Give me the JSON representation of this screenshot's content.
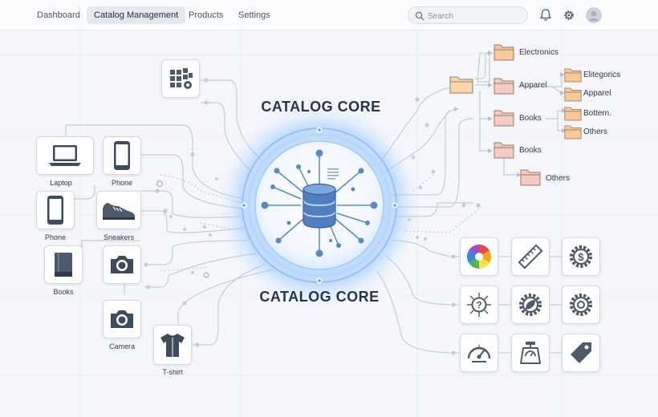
{
  "nav": {
    "items": [
      {
        "label": "Dashboard",
        "active": false
      },
      {
        "label": "Catalog Management",
        "active": true
      },
      {
        "label": "Products",
        "active": false
      },
      {
        "label": "Settings",
        "active": false
      }
    ],
    "search_placeholder": "Search",
    "icons": [
      "bell-icon",
      "gear-icon",
      "avatar"
    ]
  },
  "core": {
    "title_top": "CATALOG CORE",
    "title_bottom": "CATALOG CORE",
    "icon": "database-icon"
  },
  "products": [
    {
      "label": "Laptop",
      "icon": "laptop-icon"
    },
    {
      "label": "Phone",
      "icon": "phone-icon"
    },
    {
      "label": "Phone",
      "icon": "phone-icon"
    },
    {
      "label": "Sneakers",
      "icon": "sneaker-icon"
    },
    {
      "label": "Books",
      "icon": "book-icon"
    },
    {
      "label": "Camera",
      "icon": "camera-icon"
    },
    {
      "label": "T-shirt",
      "icon": "tshirt-icon"
    }
  ],
  "unlabeled_tiles": [
    "grid-blocks-icon",
    "camera-icon"
  ],
  "folders": {
    "root": "folder-icon",
    "level1": [
      "Electronics",
      "Apparel",
      "Books",
      "Books"
    ],
    "apparel_children": [
      "Elitegorics",
      "Apparel"
    ],
    "books_children": [
      "Bottern.",
      "Others"
    ],
    "books2_children": [
      "Others"
    ]
  },
  "attribute_tiles": [
    "color-wheel-icon",
    "ruler-icon",
    "dollar-gear-icon",
    "question-hub-icon",
    "leaf-gear-icon",
    "gear-icon",
    "gauge-icon",
    "scale-icon",
    "tag-icon"
  ],
  "colors": {
    "accent": "#3f8ee8",
    "glow": "#8fc2ff",
    "folder": "#f6c99a",
    "line": "#c4ccd8"
  }
}
